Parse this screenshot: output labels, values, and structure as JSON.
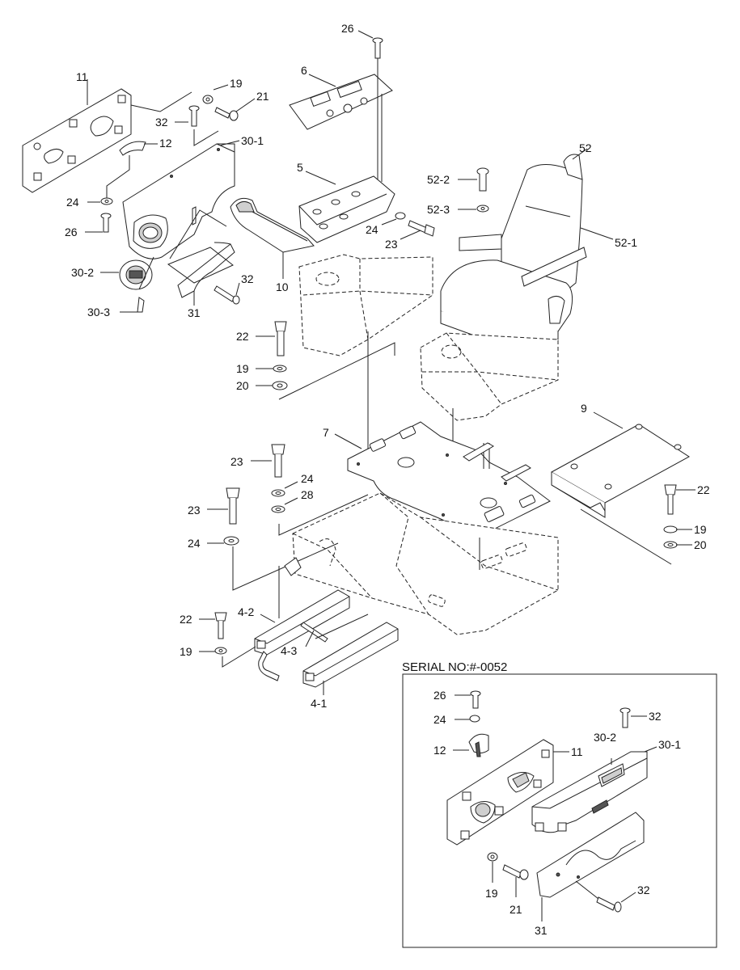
{
  "serial_note": "SERIAL NO:#-0052",
  "callouts": {
    "c11": "11",
    "c19a": "19",
    "c21a": "21",
    "c32a": "32",
    "c12a": "12",
    "c301a": "30-1",
    "c24a": "24",
    "c26a": "26",
    "c302a": "30-2",
    "c303": "30-3",
    "c31a": "31",
    "c32b": "32",
    "c10": "10",
    "c6": "6",
    "c26b": "26",
    "c5": "5",
    "c24b": "24",
    "c23a": "23",
    "c52": "52",
    "c522": "52-2",
    "c523": "52-3",
    "c521": "52-1",
    "c22a": "22",
    "c19b": "19",
    "c20a": "20",
    "c7": "7",
    "c9": "9",
    "c23b": "23",
    "c24c": "24",
    "c28": "28",
    "c23c": "23",
    "c24d": "24",
    "c22b": "22",
    "c19c": "19",
    "c20b": "20",
    "c42": "4-2",
    "c22c": "22",
    "c43": "4-3",
    "c19d": "19",
    "c41": "4-1",
    "c26c": "26",
    "c24e": "24",
    "c12b": "12",
    "c11b": "11",
    "c32c": "32",
    "c302b": "30-2",
    "c301b": "30-1",
    "c19e": "19",
    "c21b": "21",
    "c31b": "31",
    "c32d": "32"
  }
}
